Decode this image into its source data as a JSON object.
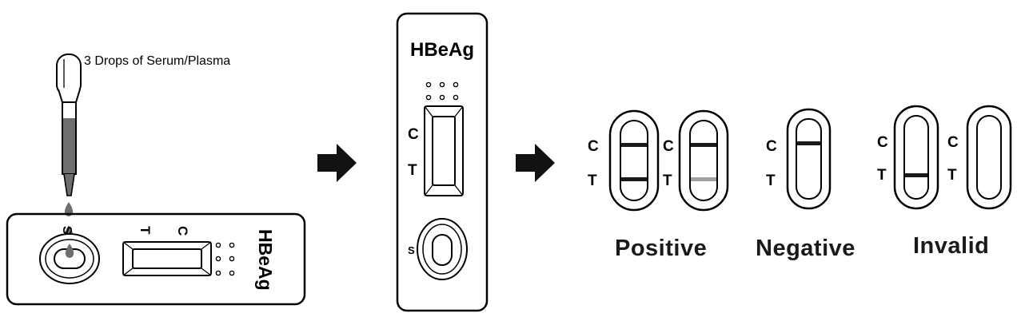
{
  "instruction": {
    "drops_label": "3 Drops of Serum/Plasma"
  },
  "device": {
    "name": "HBeAg",
    "control_marker": "C",
    "test_marker": "T",
    "sample_marker": "S"
  },
  "results": {
    "positive_label": "Positive",
    "negative_label": "Negative",
    "invalid_label": "Invalid"
  },
  "colors": {
    "line": "#1a1a1a",
    "faint_line": "#a0a0a0",
    "liquid": "#6e6e6e",
    "arrow": "#111111"
  }
}
